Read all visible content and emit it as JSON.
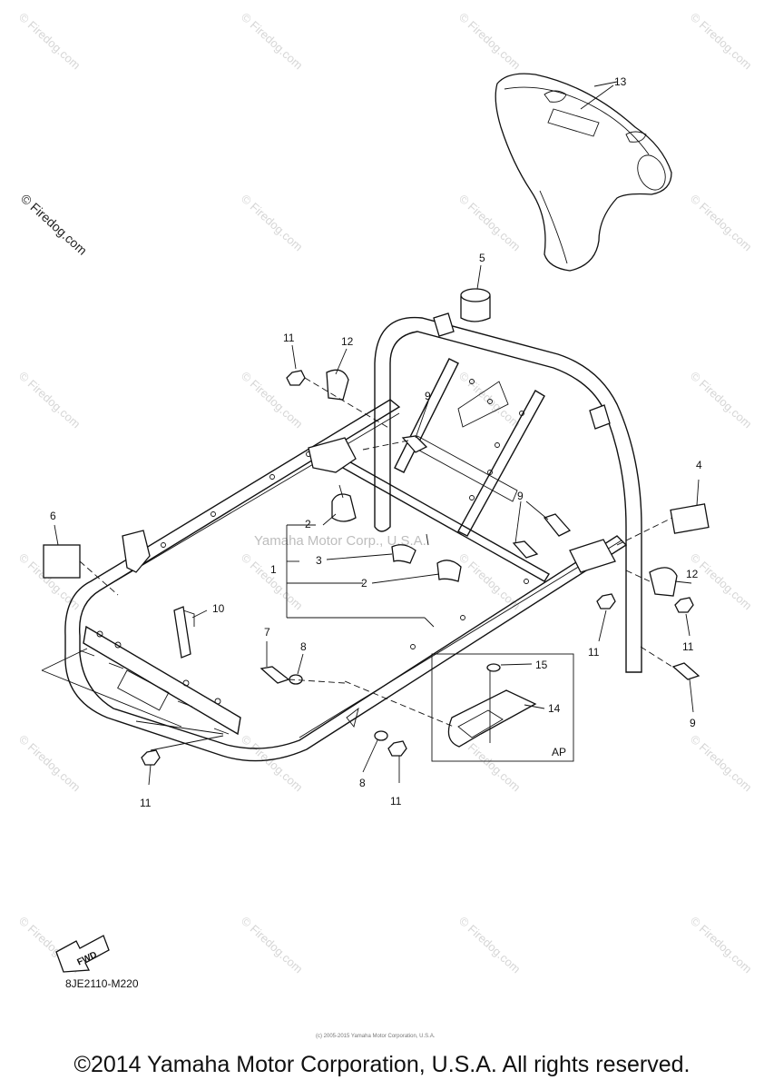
{
  "watermark": "© Firedog.com",
  "center_watermark": "Yamaha Motor Corp., U.S.A.",
  "callouts": {
    "c1": "1",
    "c2a": "2",
    "c2b": "2",
    "c3": "3",
    "c4": "4",
    "c5": "5",
    "c6": "6",
    "c7": "7",
    "c8a": "8",
    "c8b": "8",
    "c9a": "9",
    "c9b": "9",
    "c9c": "9",
    "c10": "10",
    "c11a": "11",
    "c11b": "11",
    "c11c": "11",
    "c11d": "11",
    "c11e": "11",
    "c12a": "12",
    "c12b": "12",
    "c13": "13",
    "c14": "14",
    "c15": "15"
  },
  "ap_label": "AP",
  "fwd_label": "FWD",
  "diagram_code": "8JE2110-M220",
  "tiny_note": "(c) 2005-2015 Yamaha Motor Corporation, U.S.A.",
  "copyright": "©2014 Yamaha Motor Corporation, U.S.A. All rights reserved."
}
